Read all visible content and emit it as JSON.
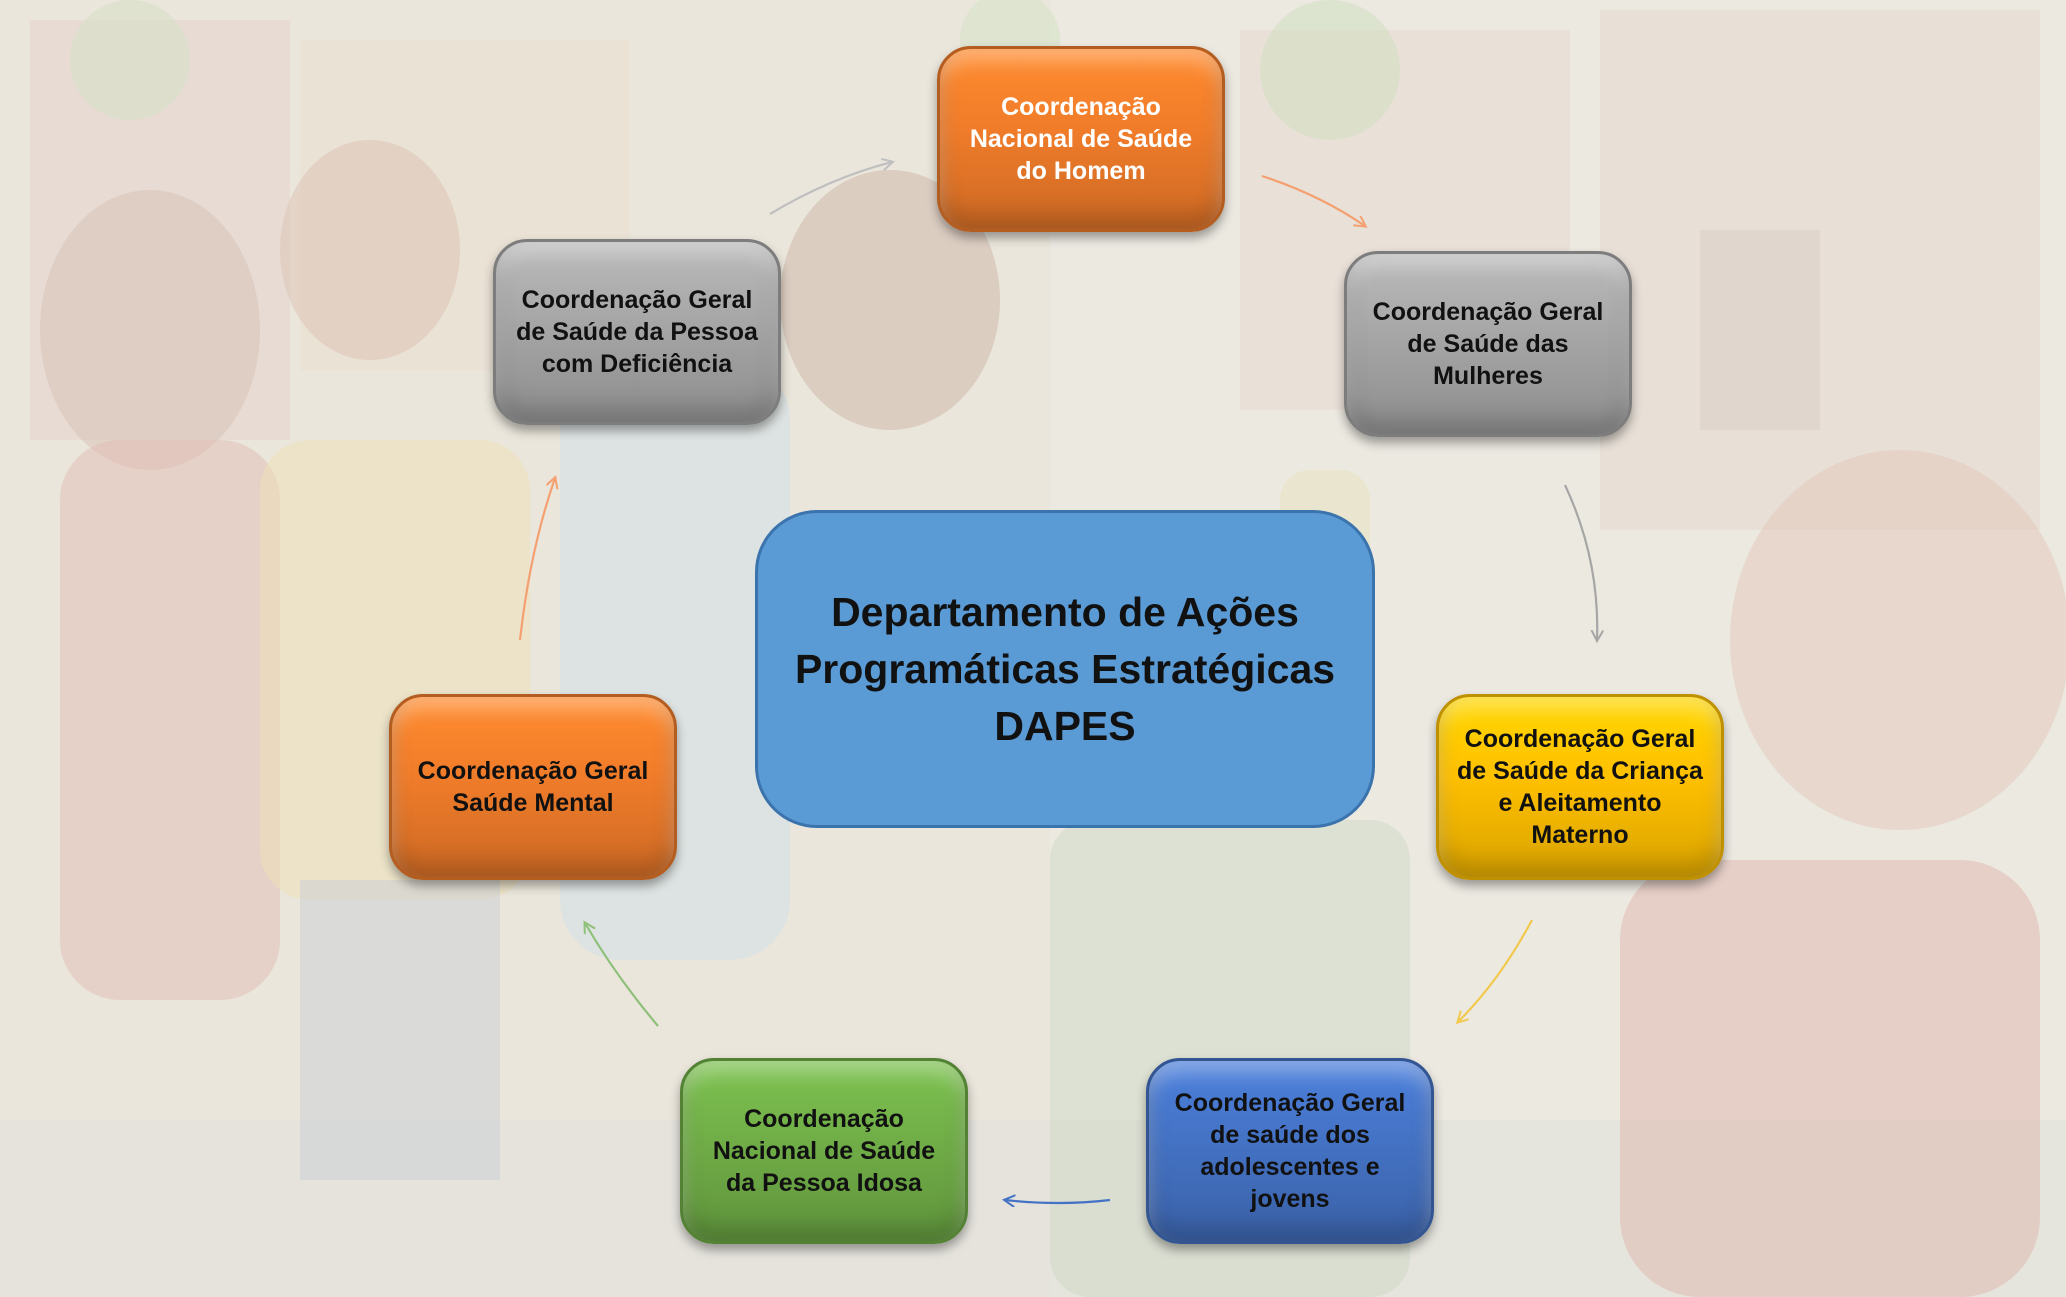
{
  "center": {
    "label": "Departamento de Ações\nProgramáticas Estratégicas\nDAPES",
    "color": "#5b9bd5"
  },
  "nodes": [
    {
      "id": "homem",
      "label": "Coordenação\nNacional de Saúde\ndo Homem",
      "color": "#f07c2a",
      "text_color": "#ffffff"
    },
    {
      "id": "mulheres",
      "label": "Coordenação  Geral\nde Saúde das\nMulheres",
      "color": "#a6a6a6",
      "text_color": "#111111"
    },
    {
      "id": "crianca",
      "label": "Coordenação Geral\nde Saúde da Criança\ne Aleitamento\nMaterno",
      "color": "#ffc000",
      "text_color": "#111111"
    },
    {
      "id": "adolescentes",
      "label": "Coordenação Geral\nde saúde dos\nadolescentes e\njovens",
      "color": "#4472c4",
      "text_color": "#111111"
    },
    {
      "id": "idosa",
      "label": "Coordenação\nNacional de Saúde\nda Pessoa  Idosa",
      "color": "#70ad47",
      "text_color": "#111111"
    },
    {
      "id": "mental",
      "label": "Coordenação Geral\nSaúde Mental",
      "color": "#f07c2a",
      "text_color": "#111111"
    },
    {
      "id": "deficiencia",
      "label": "Coordenação  Geral\nde Saúde da Pessoa\ncom Deficiência",
      "color": "#a6a6a6",
      "text_color": "#111111"
    }
  ],
  "arrow_colors": [
    "#f4a070",
    "#a6a6a6",
    "#f2c94c",
    "#4472c4",
    "#8fc07a",
    "#f4a070",
    "#bfbfbf"
  ]
}
